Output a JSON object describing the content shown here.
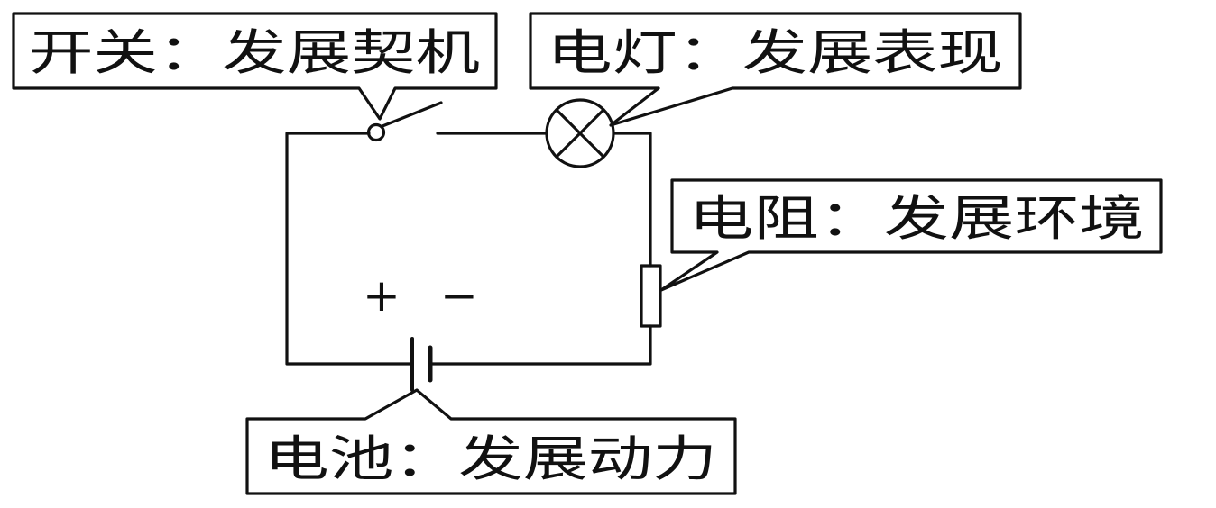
{
  "labels": {
    "switch": "开关：发展契机",
    "lamp": "电灯：发展表现",
    "resistor": "电阻：发展环境",
    "battery": "电池：发展动力"
  },
  "battery_signs": {
    "positive": "+",
    "negative": "−"
  },
  "colors": {
    "ink": "#111111",
    "background": "#ffffff"
  }
}
